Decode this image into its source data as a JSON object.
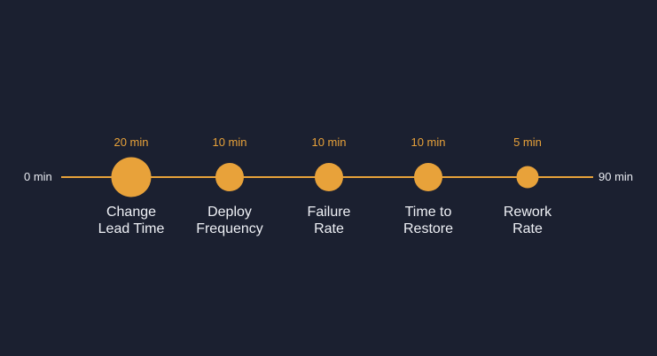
{
  "timeline": {
    "start_label": "0 min",
    "end_label": "90 min",
    "accent_color": "#e8a23a",
    "background_color": "#1b2030",
    "steps": [
      {
        "duration": "20 min",
        "duration_min": 20,
        "line1": "Change",
        "line2": "Lead Time"
      },
      {
        "duration": "10 min",
        "duration_min": 10,
        "line1": "Deploy",
        "line2": "Frequency"
      },
      {
        "duration": "10 min",
        "duration_min": 10,
        "line1": "Failure",
        "line2": "Rate"
      },
      {
        "duration": "10 min",
        "duration_min": 10,
        "line1": "Time to",
        "line2": "Restore"
      },
      {
        "duration": "5 min",
        "duration_min": 5,
        "line1": "Rework",
        "line2": "Rate"
      }
    ]
  }
}
